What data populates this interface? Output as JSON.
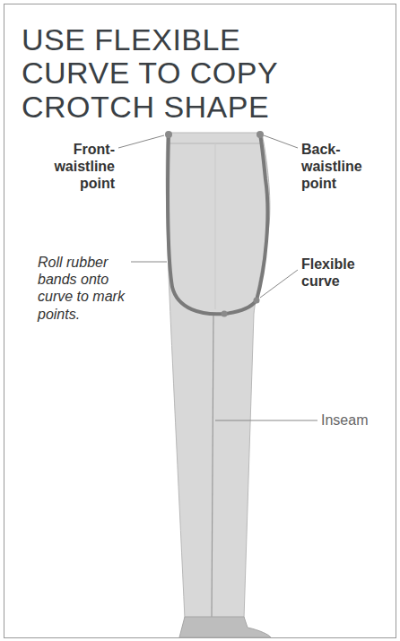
{
  "diagram": {
    "title": "USE FLEXIBLE CURVE TO COPY CROTCH SHAPE",
    "labels": [
      "Front-waistline point",
      "Back-waistline point",
      "Roll rubber bands onto curve to mark points.",
      "Flexible curve",
      "Inseam"
    ]
  }
}
